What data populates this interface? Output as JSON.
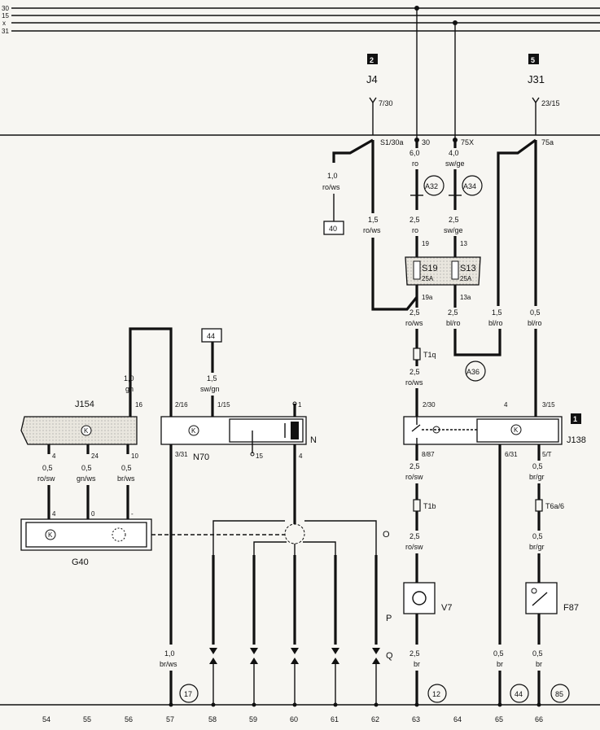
{
  "bus_labels": [
    "30",
    "15",
    "x",
    "31"
  ],
  "relay_markers": [
    {
      "num": "2",
      "name": "J4",
      "pin": "7/30"
    },
    {
      "num": "5",
      "name": "J31",
      "pin": "23/15"
    },
    {
      "num": "1",
      "name": "J138"
    }
  ],
  "terminals": [
    "S1/30a",
    "30",
    "75X",
    "75a"
  ],
  "wire_labels": {
    "w_40_top": [
      "1,0",
      "ro/ws"
    ],
    "w_s1": [
      "1,5",
      "ro/ws"
    ],
    "w_30a": [
      "6,0",
      "ro"
    ],
    "w_75xa": [
      "4,0",
      "sw/ge"
    ],
    "w_30b": [
      "2,5",
      "ro"
    ],
    "w_75xb": [
      "2,5",
      "sw/ge"
    ],
    "w_19a": [
      "2,5",
      "ro/ws"
    ],
    "w_13a": [
      "2,5",
      "bl/ro"
    ],
    "w_bl1": [
      "1,5",
      "bl/ro"
    ],
    "w_bl2": [
      "0,5",
      "bl/ro"
    ],
    "w_t1q": [
      "2,5",
      "ro/ws"
    ],
    "w_gn": [
      "1,0",
      "gn"
    ],
    "w_swgn": [
      "1,5",
      "sw/gn"
    ],
    "w_rosw1": [
      "2,5",
      "ro/sw"
    ],
    "w_rosw2": [
      "2,5",
      "ro/sw"
    ],
    "w_brgr1": [
      "0,5",
      "br/gr"
    ],
    "w_brgr2": [
      "0,5",
      "br/gr"
    ],
    "w_g1": [
      "0,5",
      "ro/sw"
    ],
    "w_g2": [
      "0,5",
      "gn/ws"
    ],
    "w_g3": [
      "0,5",
      "br/ws"
    ],
    "w_brws": [
      "1,0",
      "br/ws"
    ],
    "w_br63": [
      "2,5",
      "br"
    ],
    "w_br65": [
      "0,5",
      "br"
    ],
    "w_br66": [
      "0,5",
      "br"
    ]
  },
  "pin_labels": {
    "p19": "19",
    "p13": "13",
    "p19a": "19a",
    "p13a": "13a",
    "j154_16": "16",
    "n70_216": "2/16",
    "n70_115": "1/15",
    "n_1": "1",
    "j138_230": "2/30",
    "j138_4": "4",
    "j138_315": "3/15",
    "j154_4": "4",
    "j154_24": "24",
    "j154_10": "10",
    "n70_331": "3/31",
    "n70_15": "15",
    "n_4": "4",
    "j138_887": "8/87",
    "j138_631": "6/31",
    "j138_5t": "5/T",
    "g40_4": "4",
    "g40_0": "0",
    "g40_dash": "-"
  },
  "fuses": [
    {
      "name": "S19",
      "rating": "25A"
    },
    {
      "name": "S13",
      "rating": "25A"
    }
  ],
  "connectors": [
    "T1q",
    "T1b",
    "T6a/6"
  ],
  "circled_labels": {
    "a32": "A32",
    "a34": "A34",
    "a36": "A36",
    "c17": "17",
    "c12": "12",
    "c44": "44",
    "c85": "85"
  },
  "boxed_labels": {
    "b40": "40",
    "b44": "44"
  },
  "component_labels": {
    "j154": "J154",
    "n70": "N70",
    "n": "N",
    "g40": "G40",
    "o": "O",
    "p": "P",
    "q": "Q",
    "v7": "V7",
    "f87": "F87",
    "j138": "J138"
  },
  "k_symbol": "K",
  "column_numbers": [
    "54",
    "55",
    "56",
    "57",
    "58",
    "59",
    "60",
    "61",
    "62",
    "63",
    "64",
    "65",
    "66"
  ]
}
